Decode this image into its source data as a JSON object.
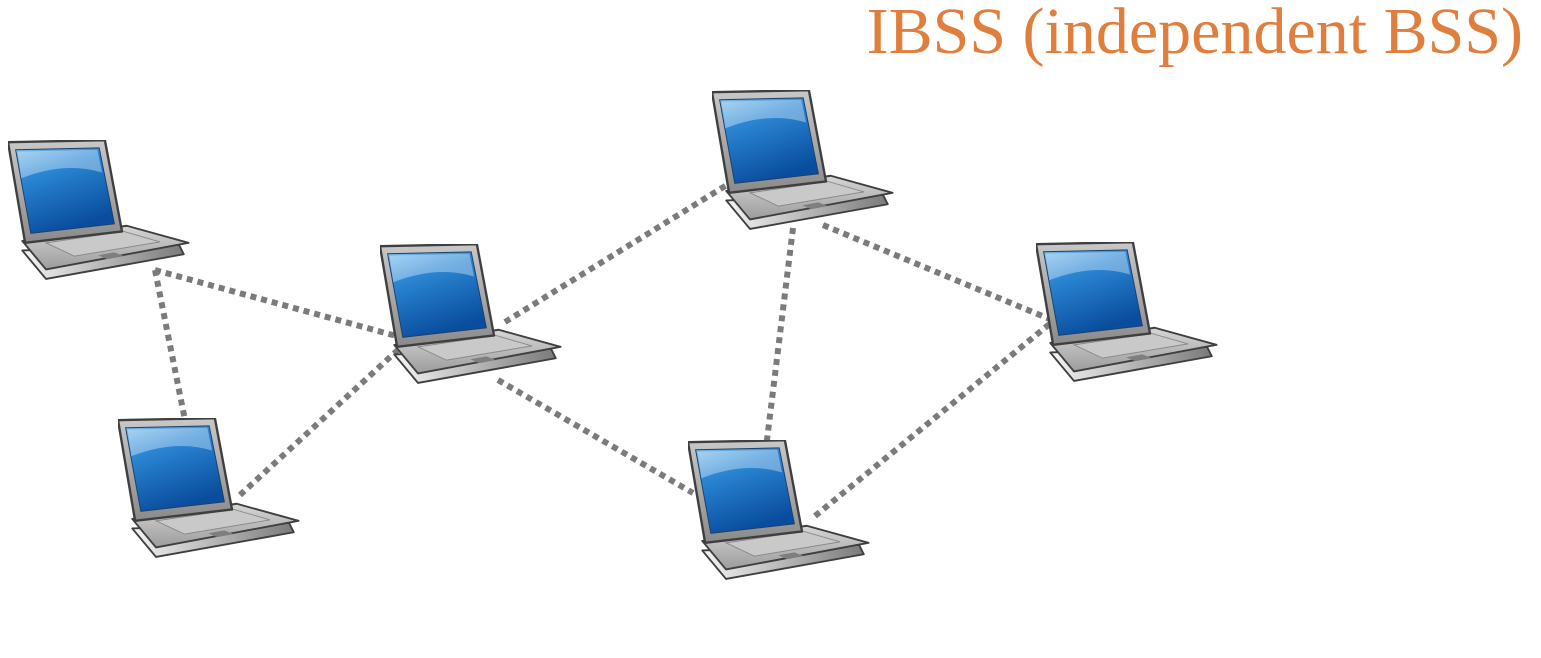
{
  "title": "IBSS (independent BSS)",
  "colors": {
    "title": "#E07F3D",
    "link": "#7b7b7b",
    "screen": "#1f78c8",
    "body": "#9a9a9a"
  },
  "nodes": [
    {
      "id": "n1",
      "icon": "laptop-icon"
    },
    {
      "id": "n2",
      "icon": "laptop-icon"
    },
    {
      "id": "n3",
      "icon": "laptop-icon"
    },
    {
      "id": "n4",
      "icon": "laptop-icon"
    },
    {
      "id": "n5",
      "icon": "laptop-icon"
    },
    {
      "id": "n6",
      "icon": "laptop-icon"
    }
  ],
  "links": [
    {
      "from": "n1",
      "to": "n3"
    },
    {
      "from": "n1",
      "to": "n2"
    },
    {
      "from": "n2",
      "to": "n3"
    },
    {
      "from": "n3",
      "to": "n4"
    },
    {
      "from": "n3",
      "to": "n5"
    },
    {
      "from": "n4",
      "to": "n5"
    },
    {
      "from": "n4",
      "to": "n6"
    },
    {
      "from": "n5",
      "to": "n6"
    }
  ]
}
